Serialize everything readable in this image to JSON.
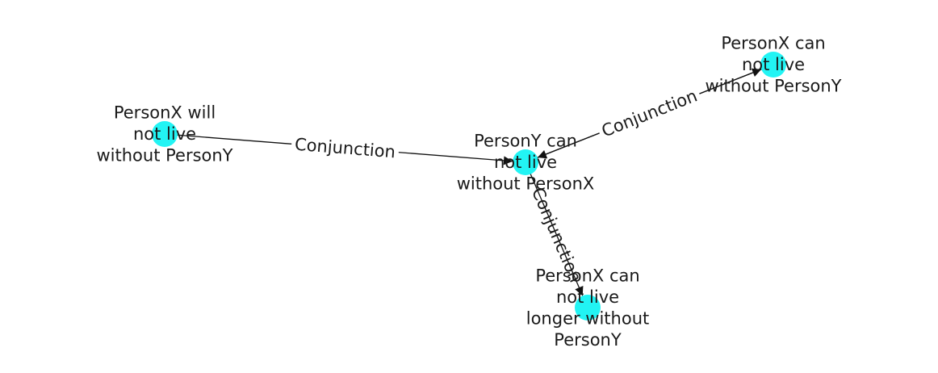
{
  "colors": {
    "node_fill": "#22f4f4",
    "edge_stroke": "#111111",
    "label_background": "#ffffff"
  },
  "nodes": [
    {
      "id": "n1",
      "label_lines": [
        "PersonX will",
        "not live",
        "without PersonY"
      ]
    },
    {
      "id": "n2",
      "label_lines": [
        "PersonY can",
        "not live",
        "without PersonX"
      ]
    },
    {
      "id": "n3",
      "label_lines": [
        "PersonX can",
        "not live",
        "without PersonY"
      ]
    },
    {
      "id": "n4",
      "label_lines": [
        "PersonX can",
        "not live",
        "longer without",
        "PersonY"
      ]
    }
  ],
  "edges": [
    {
      "source": "n1",
      "target": "n2",
      "label": "Conjunction"
    },
    {
      "source": "n2",
      "target": "n3",
      "label": "Conjunction"
    },
    {
      "source": "n3",
      "target": "n2",
      "label": "Conjunction"
    },
    {
      "source": "n2",
      "target": "n4",
      "label": "Conjunction"
    }
  ]
}
